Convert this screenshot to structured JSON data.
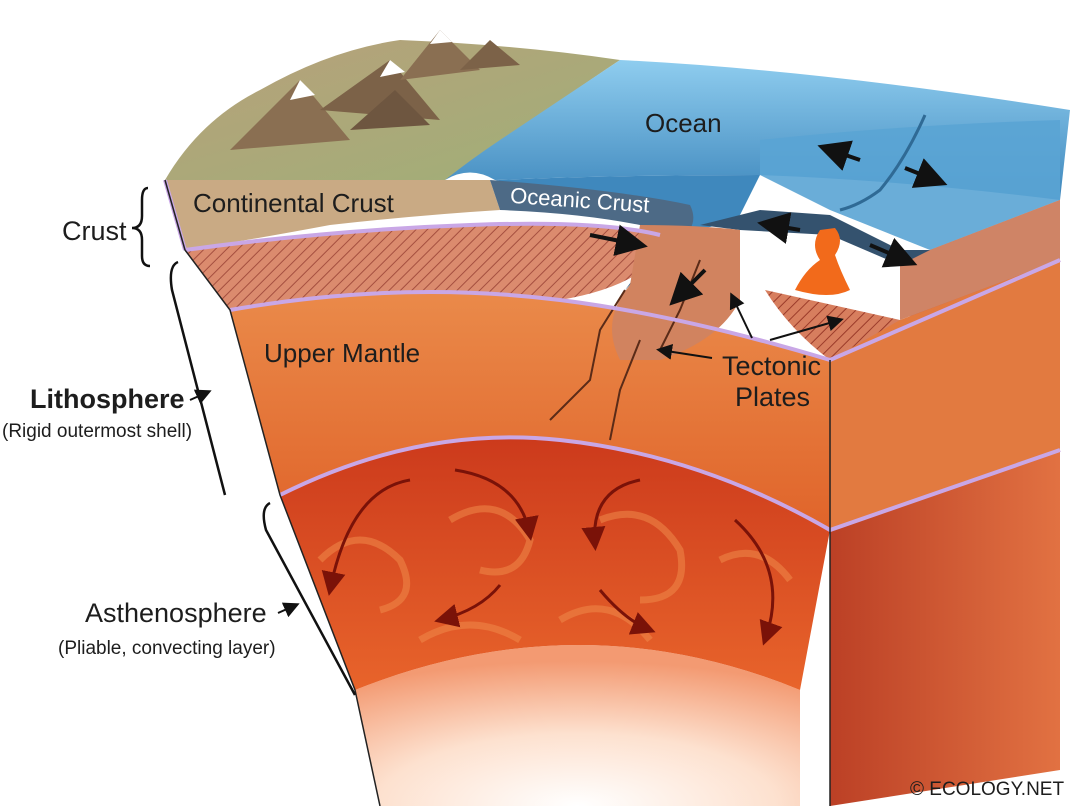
{
  "labels": {
    "ocean": "Ocean",
    "continental_crust": "Continental Crust",
    "oceanic_crust": "Oceanic Crust",
    "crust": "Crust",
    "upper_mantle": "Upper Mantle",
    "tectonic_plates_line1": "Tectonic",
    "tectonic_plates_line2": "Plates",
    "lithosphere": "Lithosphere",
    "lithosphere_desc": "(Rigid outermost shell)",
    "asthenosphere": "Asthenosphere",
    "asthenosphere_desc": "(Pliable, convecting layer)"
  },
  "copyright": "© ECOLOGY.NET",
  "colors": {
    "ocean": "#6fb4dc",
    "ocean_dark": "#3f88bd",
    "continental_crust": "#c9aa84",
    "oceanic_crust": "#4d6a86",
    "upper_mantle": "#e8773a",
    "asthenosphere": "#d4461f",
    "boundary": "#c9a7e6",
    "magma": "#f26a1b"
  },
  "icons": [
    "mountain-icon",
    "arrow-icon",
    "brace-icon"
  ]
}
